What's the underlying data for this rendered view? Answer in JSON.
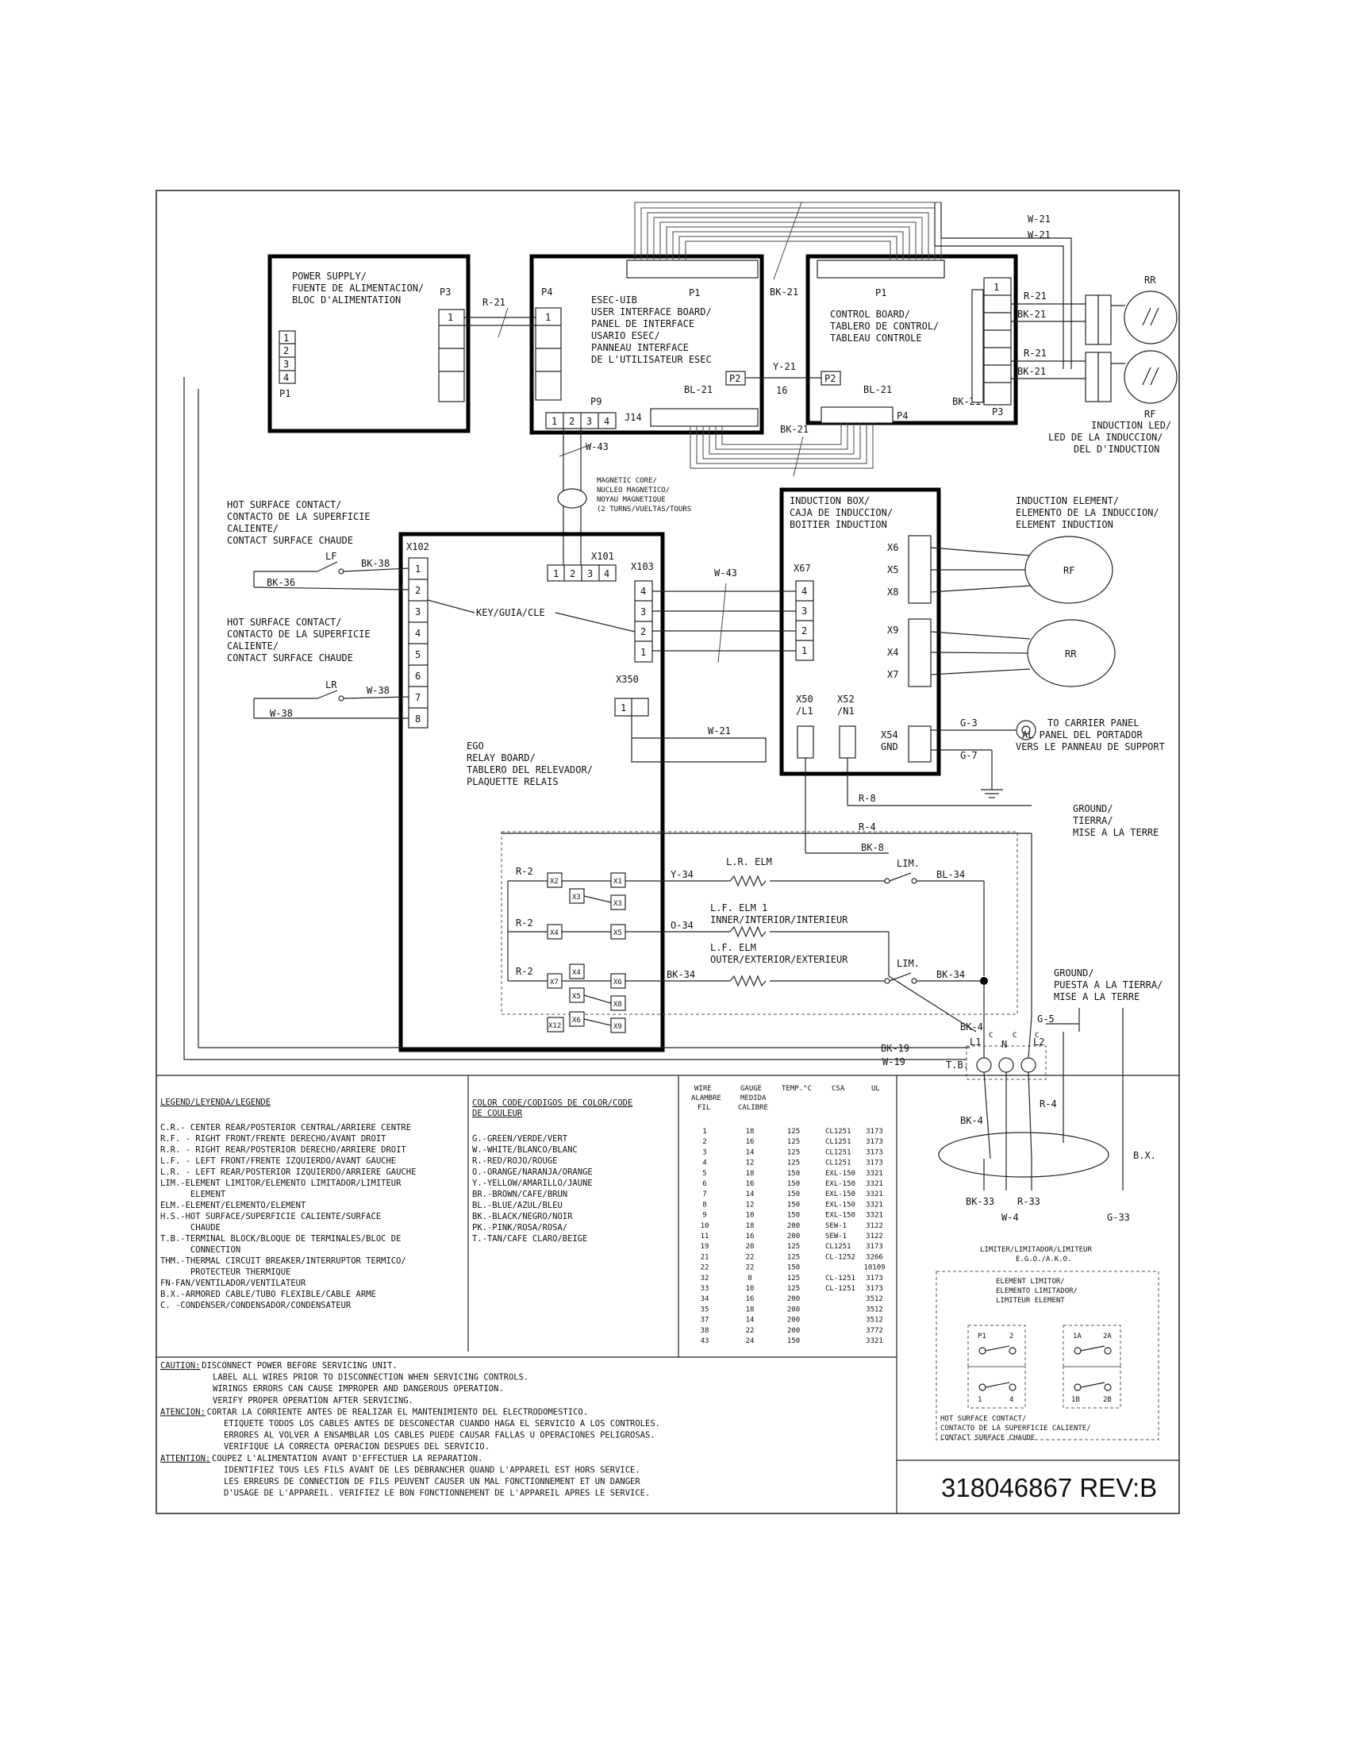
{
  "power_supply": {
    "title": [
      "POWER SUPPLY/",
      "FUENTE DE ALIMENTACION/",
      "BLOC D'ALIMENTATION"
    ],
    "p3_label": "P3",
    "p1_label": "P1",
    "p3_pin": "1",
    "p1_pins": [
      "1",
      "2",
      "3",
      "4"
    ]
  },
  "uib": {
    "title": [
      "ESEC-UIB",
      "USER INTERFACE BOARD/",
      "PANEL DE INTERFACE",
      "USARIO ESEC/",
      "PANNEAU INTERFACE",
      "DE L'UTILISATEUR ESEC"
    ],
    "p4_label": "P4",
    "p4_pin": "1",
    "p1_label": "P1",
    "p2_label": "P2",
    "p9_label": "P9",
    "j14_label": "J14",
    "p9_pins": [
      "1",
      "2",
      "3",
      "4"
    ]
  },
  "control_board": {
    "title": [
      "CONTROL BOARD/",
      "TABLERO DE CONTROL/",
      "TABLEAU CONTROLE"
    ],
    "p1_label": "P1",
    "p2_label": "P2",
    "p3_label": "P3",
    "p3_pin": "1",
    "p4_label": "P4"
  },
  "wires": {
    "r21": "R-21",
    "bk21": "BK-21",
    "w21": "W-21",
    "y21": "Y-21",
    "n16": "16",
    "bl21": "BL-21",
    "w43": "W-43",
    "bk38": "BK-38",
    "bk36": "BK-36",
    "w38": "W-38",
    "r2": "R-2",
    "y34": "Y-34",
    "o34": "O-34",
    "bk34": "BK-34",
    "bl34": "BL-34",
    "r4": "R-4",
    "bk8": "BK-8",
    "r8": "R-8",
    "g3": "G-3",
    "g7": "G-7",
    "g5": "G-5",
    "bk4": "BK-4",
    "bk19": "BK-19",
    "w19": "W-19",
    "bk33": "BK-33",
    "r33": "R-33",
    "w4": "W-4",
    "g33": "G-33"
  },
  "magnetic_core": [
    "MAGNETIC CORE/",
    "NUCLEO MAGNETICO/",
    "NOYAU MAGNETIQUE",
    "(2 TURNS/VUELTAS/TOURS"
  ],
  "rr_top": "RR",
  "rf_top": "RF",
  "induction_led": [
    "INDUCTION LED/",
    "LED DE LA INDUCCION/",
    "DEL  D'INDUCTION"
  ],
  "hot_surface_1": [
    "HOT SURFACE CONTACT/",
    "CONTACTO DE LA SUPERFICIE",
    "CALIENTE/",
    "CONTACT SURFACE CHAUDE"
  ],
  "hot_surface_2": [
    "HOT SURFACE CONTACT/",
    "CONTACTO DE LA SUPERFICIE",
    "CALIENTE/",
    "CONTACT SURFACE CHAUDE"
  ],
  "lf_label": "LF",
  "lr_label": "LR",
  "relay_board": {
    "x102": "X102",
    "x101": "X101",
    "x103": "X103",
    "x350": "X350",
    "x102_pins": [
      "1",
      "2",
      "3",
      "4",
      "5",
      "6",
      "7",
      "8"
    ],
    "x101_pins": [
      "1",
      "2",
      "3",
      "4"
    ],
    "x103_pins": [
      "4",
      "3",
      "2",
      "1"
    ],
    "x350_pin": "1",
    "key": "KEY/GUIA/CLE",
    "title": [
      "EGO",
      "RELAY BOARD/",
      "TABLERO DEL RELEVADOR/",
      "PLAQUETTE RELAIS"
    ],
    "relay_labels": [
      "X2",
      "X1",
      "X3",
      "X3",
      "X4",
      "X5",
      "X7",
      "X4",
      "X6",
      "X5",
      "X8",
      "X12",
      "X6",
      "X9"
    ]
  },
  "induction_box": {
    "title": [
      "INDUCTION BOX/",
      "CAJA DE INDUCCION/",
      "BOITIER INDUCTION"
    ],
    "x67": "X67",
    "x67_pins": [
      "4",
      "3",
      "2",
      "1"
    ],
    "right_top": [
      "X6",
      "X5",
      "X8"
    ],
    "right_bottom": [
      "X9",
      "X4",
      "X7"
    ],
    "x50": "X50",
    "x50b": "/L1",
    "x52": "X52",
    "x52b": "/N1",
    "x54": "X54",
    "gnd": "GND"
  },
  "induction_element": [
    "INDUCTION ELEMENT/",
    "ELEMENTO DE LA INDUCCION/",
    "ELEMENT INDUCTION"
  ],
  "rf_label": "RF",
  "rr_label": "RR",
  "carrier_panel": [
    "TO CARRIER PANEL",
    "AL PANEL DEL PORTADOR",
    "VERS LE PANNEAU DE SUPPORT"
  ],
  "ground_1": [
    "GROUND/",
    "TIERRA/",
    "MISE A LA TERRE"
  ],
  "ground_2": [
    "GROUND/",
    "PUESTA A LA TIERRA/",
    "MISE A LA TERRE"
  ],
  "elements": {
    "lr": "L.R. ELM",
    "lf_inner": [
      "L.F. ELM 1",
      "INNER/INTERIOR/INTERIEUR"
    ],
    "lf_outer": [
      "L.F. ELM",
      "OUTER/EXTERIOR/EXTERIEUR"
    ],
    "lim": "LIM."
  },
  "terminal_block": {
    "tb": "T.B.",
    "l1": "L1",
    "n": "N",
    "l2": "L2",
    "c": "C",
    "bx": "B.X."
  },
  "legend": {
    "heading": "LEGEND/LEYENDA/LEGENDE",
    "lines": [
      "C.R.- CENTER REAR/POSTERIOR CENTRAL/ARRIERE CENTRE",
      "R.F.  - RIGHT FRONT/FRENTE DERECHO/AVANT DROIT",
      "R.R.  - RIGHT REAR/POSTERIOR DERECHO/ARRIERE DROIT",
      "L.F.  - LEFT FRONT/FRENTE IZQUIERDO/AVANT GAUCHE",
      "L.R.  - LEFT REAR/POSTERIOR IZQUIERDO/ARRIERE GAUCHE",
      "LIM.-ELEMENT LIMITOR/ELEMENTO LIMITADOR/LIMITEUR",
      "      ELEMENT",
      "ELM.-ELEMENT/ELEMENTO/ELEMENT",
      "H.S.-HOT SURFACE/SUPERFICIE CALIENTE/SURFACE",
      "      CHAUDE",
      "T.B.-TERMINAL BLOCK/BLOQUE DE TERMINALES/BLOC DE",
      "      CONNECTION",
      "THM.-THERMAL CIRCUIT BREAKER/INTERRUPTOR TERMICO/",
      "      PROTECTEUR THERMIQUE",
      "FN-FAN/VENTILADOR/VENTILATEUR",
      "B.X.-ARMORED CABLE/TUBO FLEXIBLE/CABLE ARME",
      "C.  -CONDENSER/CONDENSADOR/CONDENSATEUR"
    ]
  },
  "color_code": {
    "heading": [
      "COLOR CODE/CODIGOS DE COLOR/CODE",
      "DE COULEUR"
    ],
    "lines": [
      "G.-GREEN/VERDE/VERT",
      "W.-WHITE/BLANCO/BLANC",
      "R.-RED/ROJO/ROUGE",
      "O.-ORANGE/NARANJA/ORANGE",
      "Y.-YELLOW/AMARILLO/JAUNE",
      "BR.-BROWN/CAFE/BRUN",
      "BL.-BLUE/AZUL/BLEU",
      "BK.-BLACK/NEGRO/NOIR",
      "PK.-PINK/ROSA/ROSA/",
      "T.-TAN/CAFE CLARO/BEIGE"
    ]
  },
  "wire_table": {
    "headers": [
      [
        "WIRE",
        "ALAMBRE",
        "FIL"
      ],
      [
        "GAUGE",
        "MEDIDA",
        "CALIBRE"
      ],
      [
        "TEMP.°C"
      ],
      [
        "CSA"
      ],
      [
        "UL"
      ]
    ],
    "rows": [
      [
        "1",
        "18",
        "125",
        "CL1251",
        "3173"
      ],
      [
        "2",
        "16",
        "125",
        "CL1251",
        "3173"
      ],
      [
        "3",
        "14",
        "125",
        "CL1251",
        "3173"
      ],
      [
        "4",
        "12",
        "125",
        "CL1251",
        "3173"
      ],
      [
        "5",
        "18",
        "150",
        "EXL-150",
        "3321"
      ],
      [
        "6",
        "16",
        "150",
        "EXL-150",
        "3321"
      ],
      [
        "7",
        "14",
        "150",
        "EXL-150",
        "3321"
      ],
      [
        "8",
        "12",
        "150",
        "EXL-150",
        "3321"
      ],
      [
        "9",
        "10",
        "150",
        "EXL-150",
        "3321"
      ],
      [
        "10",
        "18",
        "200",
        "SEW-1",
        "3122"
      ],
      [
        "11",
        "16",
        "200",
        "SEW-1",
        "3122"
      ],
      [
        "19",
        "20",
        "125",
        "CL1251",
        "3173"
      ],
      [
        "21",
        "22",
        "125",
        "CL-1252",
        "3266"
      ],
      [
        "22",
        "22",
        "150",
        "",
        "10109"
      ],
      [
        "32",
        "8",
        "125",
        "CL-1251",
        "3173"
      ],
      [
        "33",
        "10",
        "125",
        "CL-1251",
        "3173"
      ],
      [
        "34",
        "16",
        "200",
        "",
        "3512"
      ],
      [
        "35",
        "18",
        "200",
        "",
        "3512"
      ],
      [
        "37",
        "14",
        "200",
        "",
        "3512"
      ],
      [
        "38",
        "22",
        "200",
        "",
        "3772"
      ],
      [
        "43",
        "24",
        "150",
        "",
        "3321"
      ]
    ]
  },
  "limiter_legend": {
    "title": [
      "LIMITER/LIMITADOR/LIMITEUR",
      "E.G.O./A.K.O."
    ],
    "element_limitor": [
      "ELEMENT LIMITOR/",
      "ELEMENTO LIMITADOR/",
      "LIMITEUR ELEMENT"
    ],
    "p1": "P1",
    "n2": "2",
    "n1a": "1A",
    "n2a": "2A",
    "n1": "1",
    "n4": "4",
    "n1b": "1B",
    "n2b": "2B",
    "hot_surface": [
      "HOT SURFACE CONTACT/",
      "CONTACTO DE LA SUPERFICIE CALIENTE/",
      "CONTACT SURFACE CHAUDE"
    ]
  },
  "caution": {
    "lines": [
      [
        "CAUTION:",
        "DISCONNECT POWER BEFORE SERVICING UNIT."
      ],
      [
        "",
        "LABEL ALL WIRES PRIOR TO DISCONNECTION WHEN SERVICING CONTROLS."
      ],
      [
        "",
        "WIRINGS ERRORS CAN CAUSE IMPROPER AND DANGEROUS OPERATION."
      ],
      [
        "",
        "VERIFY PROPER OPERATION AFTER SERVICING."
      ],
      [
        "ATENCION:",
        "CORTAR LA CORRIENTE ANTES DE REALIZAR EL MANTENIMIENTO DEL ELECTRODOMESTICO."
      ],
      [
        "",
        "ETIQUETE TODOS LOS CABLES ANTES DE DESCONECTAR CUANDO HAGA EL SERVICIO A LOS CONTROLES."
      ],
      [
        "",
        "ERRORES AL VOLVER A ENSAMBLAR LOS CABLES PUEDE CAUSAR FALLAS U OPERACIONES PELIGROSAS."
      ],
      [
        "",
        "VERIFIQUE LA CORRECTA OPERACION DESPUES DEL SERVICIO."
      ],
      [
        "ATTENTION:",
        "COUPEZ L'ALIMENTATION AVANT D'EFFECTUER LA REPARATION."
      ],
      [
        "",
        "IDENTIFIEZ TOUS LES FILS AVANT DE LES DEBRANCHER QUAND L'APPAREIL EST HORS SERVICE."
      ],
      [
        "",
        "LES ERREURS DE CONNECTION DE FILS PEUVENT CAUSER UN MAL FONCTIONNEMENT ET UN DANGER"
      ],
      [
        "",
        "D'USAGE DE L'APPAREIL. VERIFIEZ LE BON FONCTIONNEMENT DE L'APPAREIL APRES LE SERVICE."
      ]
    ]
  },
  "part_number": "318046867 REV:B"
}
